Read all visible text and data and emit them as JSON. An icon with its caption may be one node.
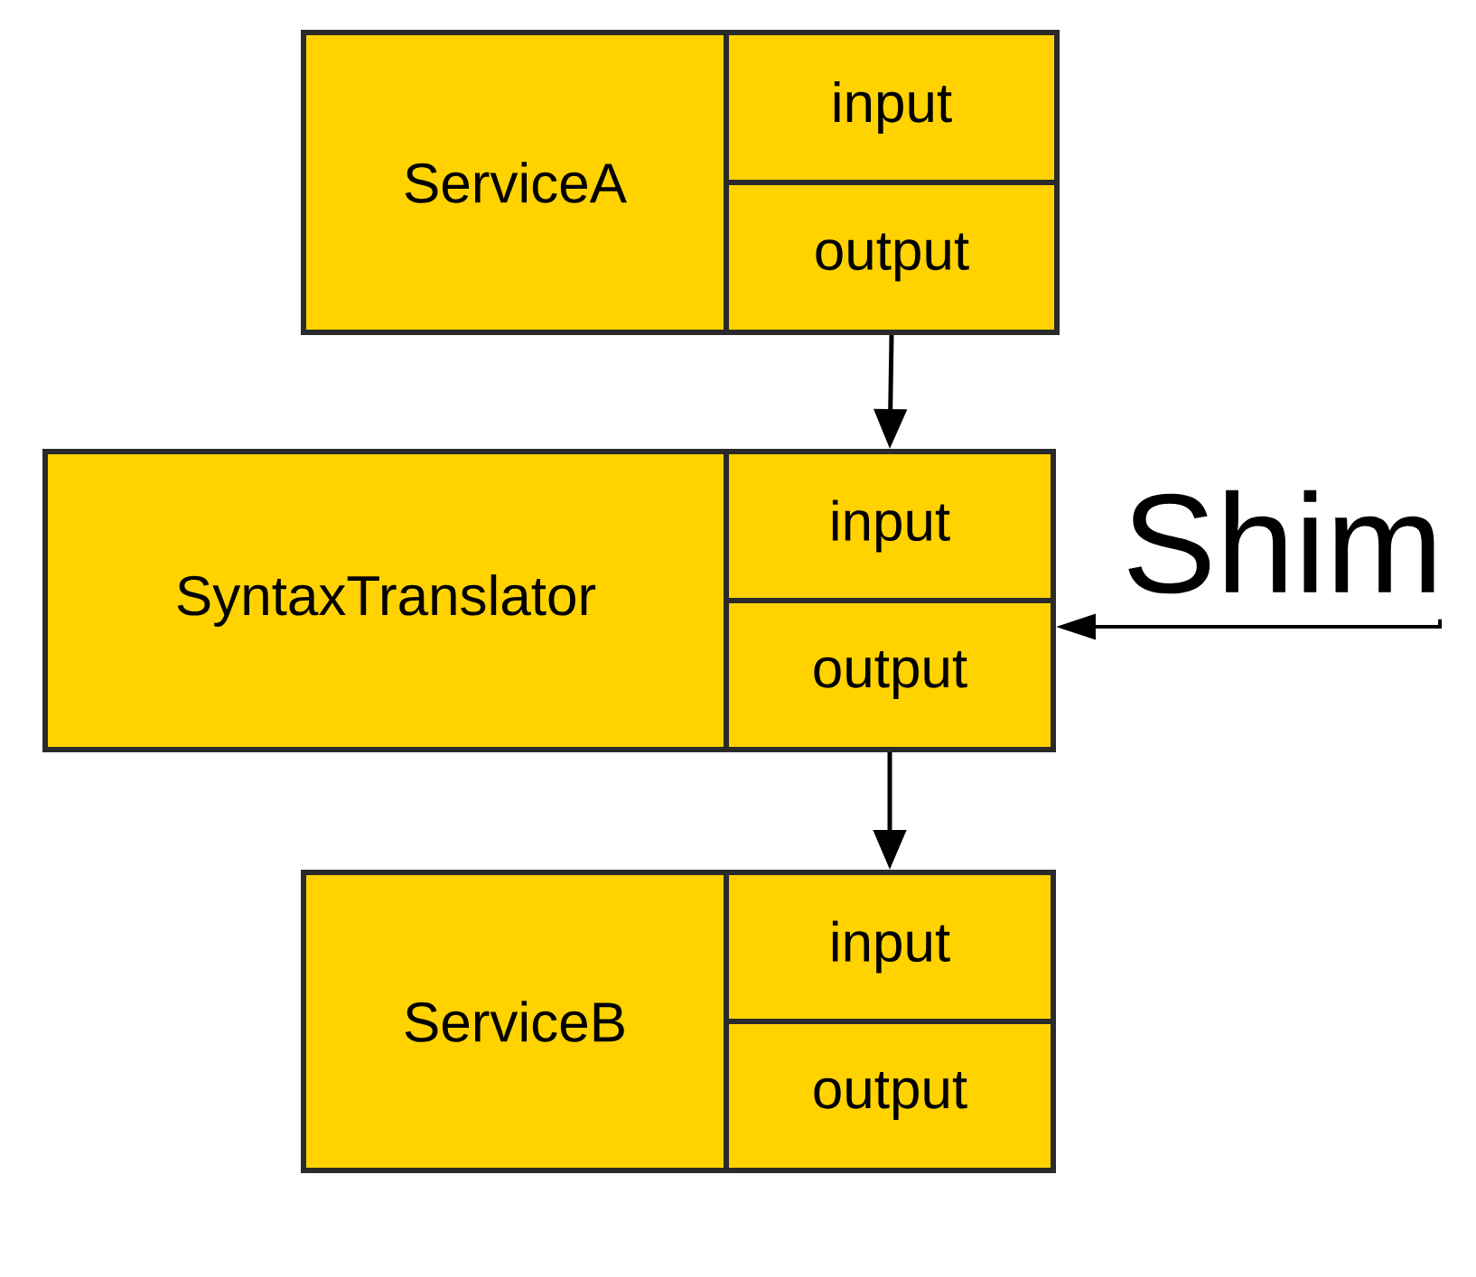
{
  "diagram": {
    "nodes": [
      {
        "text": [
          "ServiceA"
        ]
      },
      {
        "text": [
          "input"
        ],
        "in": 0
      },
      {
        "text": [
          "output"
        ],
        "in": 0
      },
      {
        "text": [
          "SyntaxTranslator"
        ]
      },
      {
        "text": [
          "input"
        ],
        "in": 3
      },
      {
        "text": [
          "output"
        ],
        "in": 3
      },
      {
        "text": [
          "ServiceB"
        ]
      },
      {
        "text": [
          "input"
        ],
        "in": 6
      },
      {
        "text": [
          "output"
        ],
        "in": 6
      },
      {
        "text": [
          "Shim"
        ]
      }
    ],
    "edges": [
      {
        "from": 2,
        "to": 4,
        "arrow": "to"
      },
      {
        "from": 5,
        "to": 7,
        "arrow": "to"
      },
      {
        "from": 9,
        "to": 3,
        "arrow": "to"
      }
    ]
  }
}
